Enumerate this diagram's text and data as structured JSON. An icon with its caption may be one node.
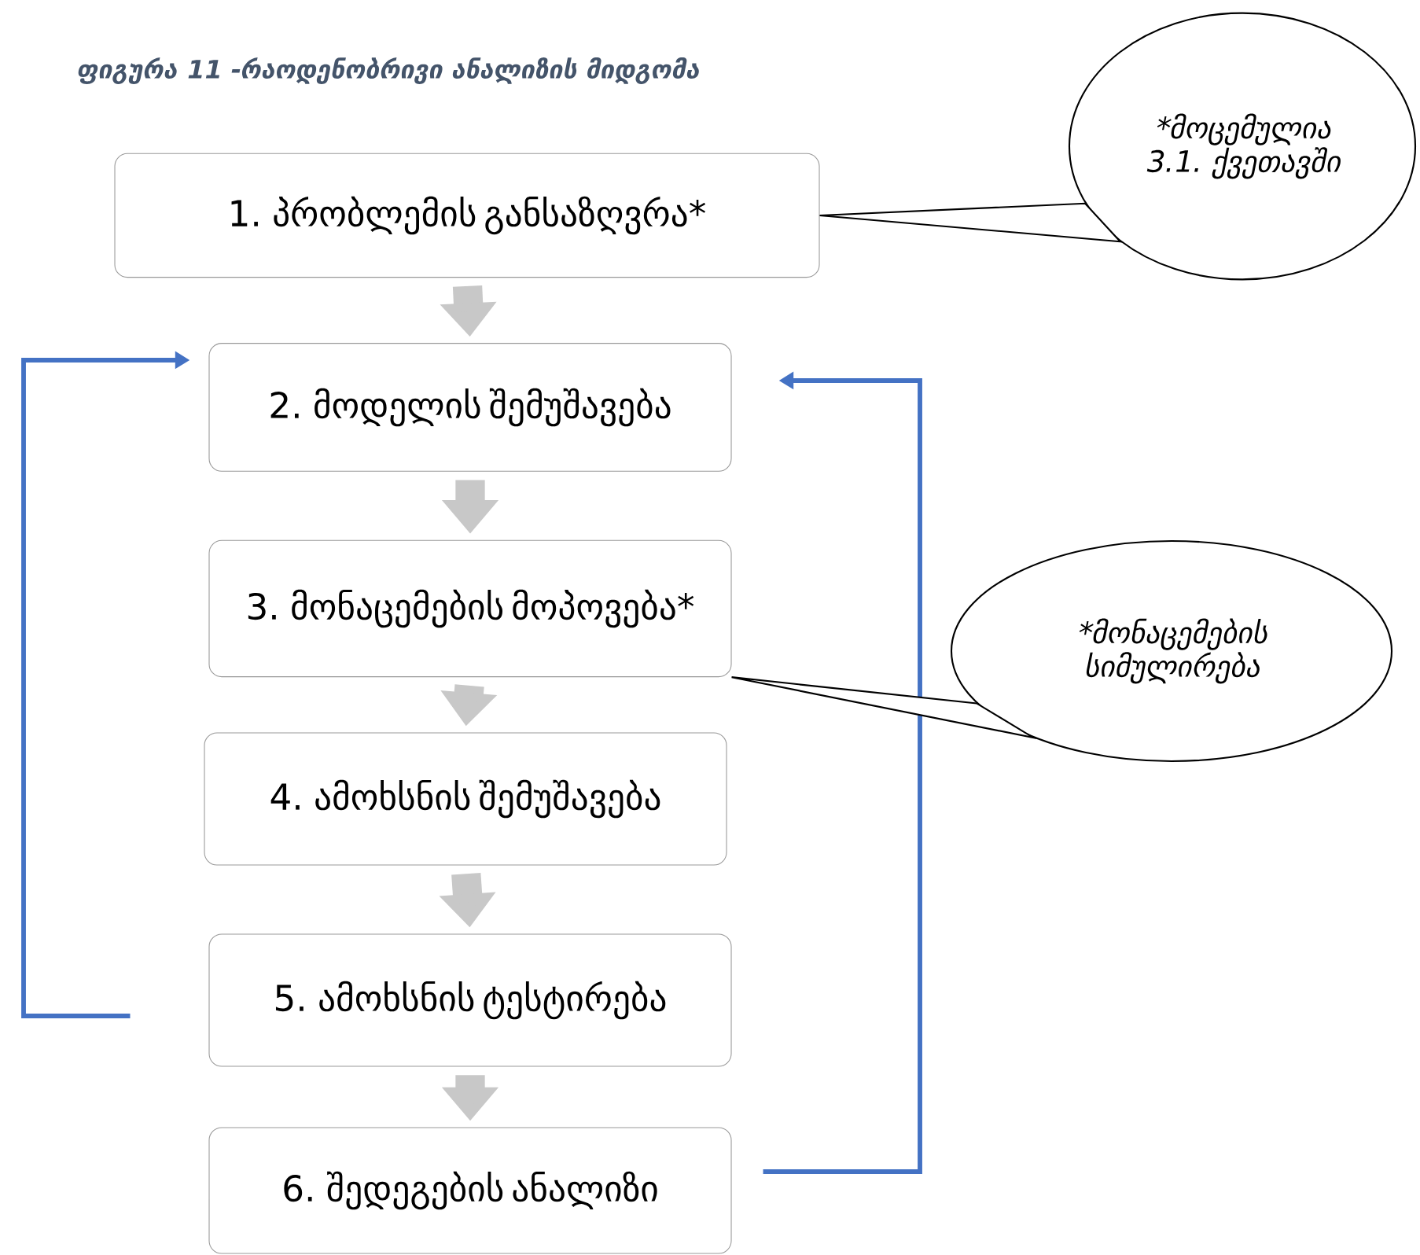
{
  "diagram": {
    "title": "ფიგურა 11 -რაოდენობრივი ანალიზის მიდგომა",
    "nodes": [
      {
        "text": [
          "1. პრობლემის განსაზღვრა*"
        ]
      },
      {
        "text": [
          "2. მოდელის შემუშავება"
        ]
      },
      {
        "text": [
          "3. მონაცემების მოპოვება*"
        ]
      },
      {
        "text": [
          "4. ამოხსნის შემუშავება"
        ]
      },
      {
        "text": [
          "5. ამოხსნის ტესტირება"
        ]
      },
      {
        "text": [
          "6. შედეგების ანალიზი"
        ]
      },
      {
        "text": [
          "*მოცემულია 3.1. ქვეთავში"
        ]
      },
      {
        "text": [
          "*მონაცემების სიმულირება"
        ]
      }
    ],
    "edges": [
      {
        "from": 0,
        "to": 1,
        "arrow": "to"
      },
      {
        "from": 1,
        "to": 2,
        "arrow": "to"
      },
      {
        "from": 2,
        "to": 3,
        "arrow": "to"
      },
      {
        "from": 3,
        "to": 4,
        "arrow": "to"
      },
      {
        "from": 4,
        "to": 5,
        "arrow": "to"
      },
      {
        "from": 5,
        "to": 1,
        "arrow": "to",
        "color": "#4472c4"
      },
      {
        "from": 4,
        "to": 1,
        "arrow": "to",
        "color": "#4472c4"
      },
      {
        "from": 6,
        "to": 0,
        "arrow": "none"
      },
      {
        "from": 7,
        "to": 2,
        "arrow": "none"
      }
    ]
  }
}
